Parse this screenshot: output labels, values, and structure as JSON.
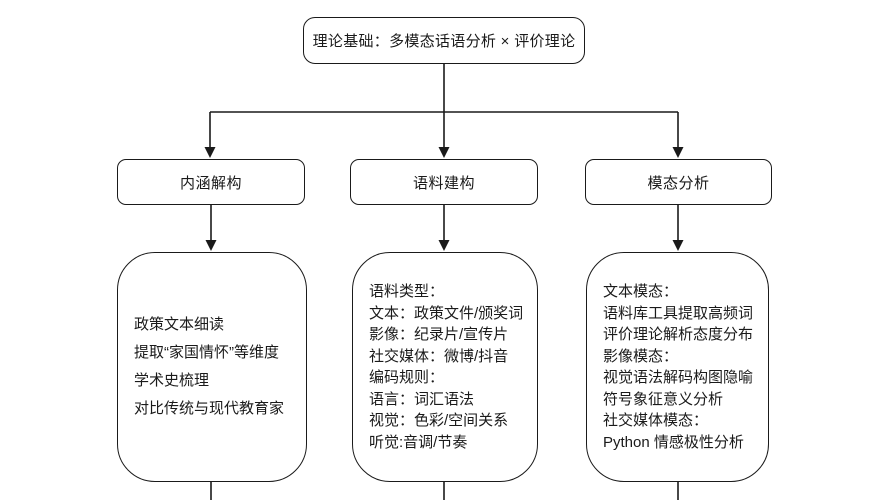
{
  "diagram": {
    "title_node": {
      "label": "理论基础：多模态话语分析 × 评价理论"
    },
    "branches": [
      {
        "header": "内涵解构",
        "lines": [
          "政策文本细读",
          "提取“家国情怀”等维度",
          "学术史梳理",
          "对比传统与现代教育家"
        ]
      },
      {
        "header": "语料建构",
        "lines": [
          "语料类型：",
          "文本：政策文件/颁奖词",
          "影像：纪录片/宣传片",
          "社交媒体：微博/抖音",
          "编码规则：",
          "语言：词汇语法",
          "视觉：色彩/空间关系",
          "听觉:音调/节奏"
        ]
      },
      {
        "header": "模态分析",
        "lines": [
          "文本模态：",
          "语料库工具提取高频词",
          "评价理论解析态度分布",
          "影像模态：",
          "视觉语法解码构图隐喻",
          "符号象征意义分析",
          "社交媒体模态：",
          "Python 情感极性分析"
        ]
      }
    ],
    "colors": {
      "stroke": "#1a1a1a",
      "background": "#ffffff",
      "text": "#1a1a1a"
    }
  }
}
